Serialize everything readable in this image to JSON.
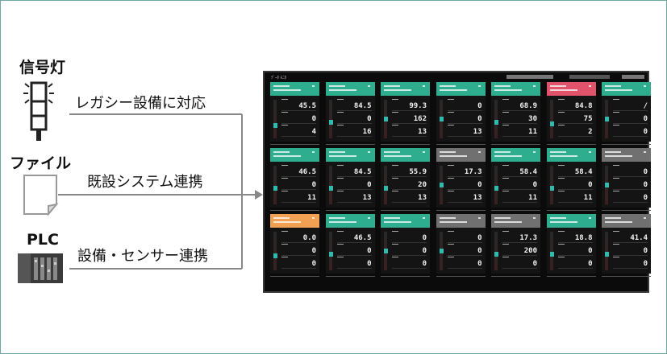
{
  "sources": [
    {
      "name": "信号灯",
      "icon": "signal-tower-icon"
    },
    {
      "name": "ファイル",
      "icon": "file-icon"
    },
    {
      "name": "PLC",
      "icon": "plc-icon"
    }
  ],
  "links": [
    "レガシー設備に対応",
    "既設システム連携",
    "設備・センサー連携"
  ],
  "colors": {
    "green": "#2fae8f",
    "red": "#e0536a",
    "orange": "#f2a052",
    "gray": "#707070",
    "marker": "#2fbcae"
  },
  "dashboard": {
    "header_left": "ﾃﾞｰﾀ ﾓﾆﾀ",
    "cards": [
      {
        "status": "green",
        "v": [
          "45.5",
          "0",
          "4"
        ],
        "m": 0.3
      },
      {
        "status": "green",
        "v": [
          "84.5",
          "0",
          "16"
        ],
        "m": 0.4
      },
      {
        "status": "green",
        "v": [
          "99.3",
          "162",
          "13"
        ],
        "m": 0.5
      },
      {
        "status": "green",
        "v": [
          "0",
          "0",
          "13"
        ],
        "m": 0.5
      },
      {
        "status": "green",
        "v": [
          "68.9",
          "30",
          "11"
        ],
        "m": 0.4
      },
      {
        "status": "red",
        "v": [
          "84.8",
          "75",
          "2"
        ],
        "m": 0.35
      },
      {
        "status": "green",
        "v": [
          "/",
          "0",
          "0"
        ],
        "m": 0.5
      },
      {
        "status": "green",
        "v": [
          "46.5",
          "0",
          "11"
        ],
        "m": 0.4
      },
      {
        "status": "green",
        "v": [
          "84.5",
          "0",
          "13"
        ],
        "m": 0.4
      },
      {
        "status": "green",
        "v": [
          "55.9",
          "20",
          "13"
        ],
        "m": 0.4
      },
      {
        "status": "gray",
        "v": [
          "17.3",
          "0",
          "13"
        ],
        "m": 0.5
      },
      {
        "status": "green",
        "v": [
          "58.4",
          "0",
          "11"
        ],
        "m": 0.4
      },
      {
        "status": "green",
        "v": [
          "58.4",
          "0",
          "11"
        ],
        "m": 0.4
      },
      {
        "status": "gray",
        "v": [
          "0",
          "0",
          "0"
        ],
        "m": 0.5
      },
      {
        "status": "orange",
        "v": [
          "0.0",
          "0",
          "0"
        ],
        "m": 0.35
      },
      {
        "status": "green",
        "v": [
          "46.5",
          "0",
          "0"
        ],
        "m": 0.4
      },
      {
        "status": "green",
        "v": [
          "0",
          "0",
          "0"
        ],
        "m": 0.5
      },
      {
        "status": "gray",
        "v": [
          "0",
          "0",
          "0"
        ],
        "m": 0.5
      },
      {
        "status": "gray",
        "v": [
          "17.3",
          "200",
          "0"
        ],
        "m": 0.4
      },
      {
        "status": "green",
        "v": [
          "18.8",
          "0",
          "0"
        ],
        "m": 0.4
      },
      {
        "status": "gray",
        "v": [
          "41.4",
          "0",
          "0"
        ],
        "m": 0.4
      }
    ]
  }
}
